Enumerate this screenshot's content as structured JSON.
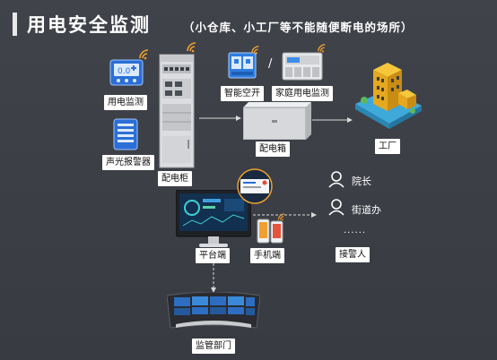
{
  "header": {
    "title": "用电安全监测",
    "subtitle": "（小仓库、小工厂等不能随便断电的场所）"
  },
  "nodes": {
    "power_monitor": "用电监测",
    "sound_light_alarm": "声光报警器",
    "distribution_cabinet": "配电柜",
    "smart_switch": "智能空开",
    "household_monitor": "家庭用电监测",
    "separator": "/",
    "distribution_box": "配电箱",
    "factory": "工厂",
    "director": "院长",
    "street_office": "街道办",
    "ellipsis": "......",
    "responder": "接警人",
    "platform": "平台端",
    "mobile": "手机端",
    "supervisor": "监管部门"
  },
  "colors": {
    "background": "#3c3f45",
    "arrow": "#d9d9d9",
    "wifi": "#f0a030",
    "label_bg": "#ffffff"
  }
}
